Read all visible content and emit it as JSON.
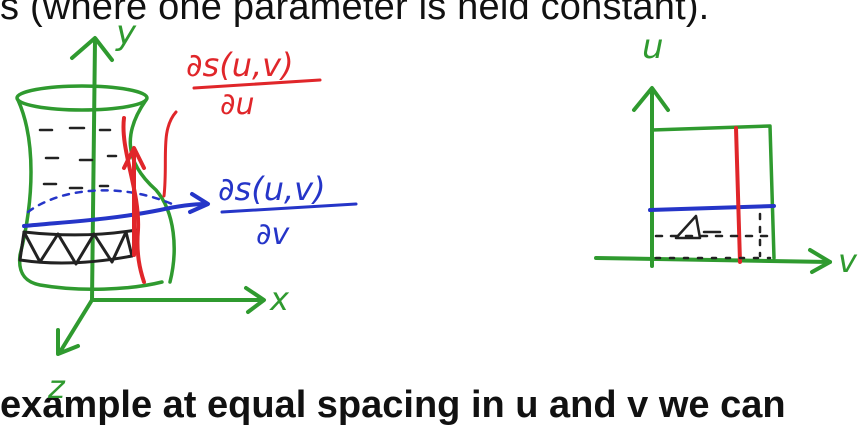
{
  "header_text": "s (where one parameter is held constant).",
  "footer_text": "example at equal spacing in u and v we can",
  "surface": {
    "axis_y": "y",
    "axis_x": "x",
    "axis_z": "z",
    "partial_u": {
      "numerator": "∂s(u,v)",
      "denominator": "∂u",
      "color": "#e0262a"
    },
    "partial_v": {
      "numerator": "∂s(u,v)",
      "denominator": "∂v",
      "color": "#2535c8"
    }
  },
  "param_domain": {
    "axis_u": "u",
    "axis_v": "v"
  },
  "colors": {
    "axes": "#2f9a2f",
    "u_curve": "#e0262a",
    "v_curve": "#2535c8",
    "mesh": "#222222"
  }
}
